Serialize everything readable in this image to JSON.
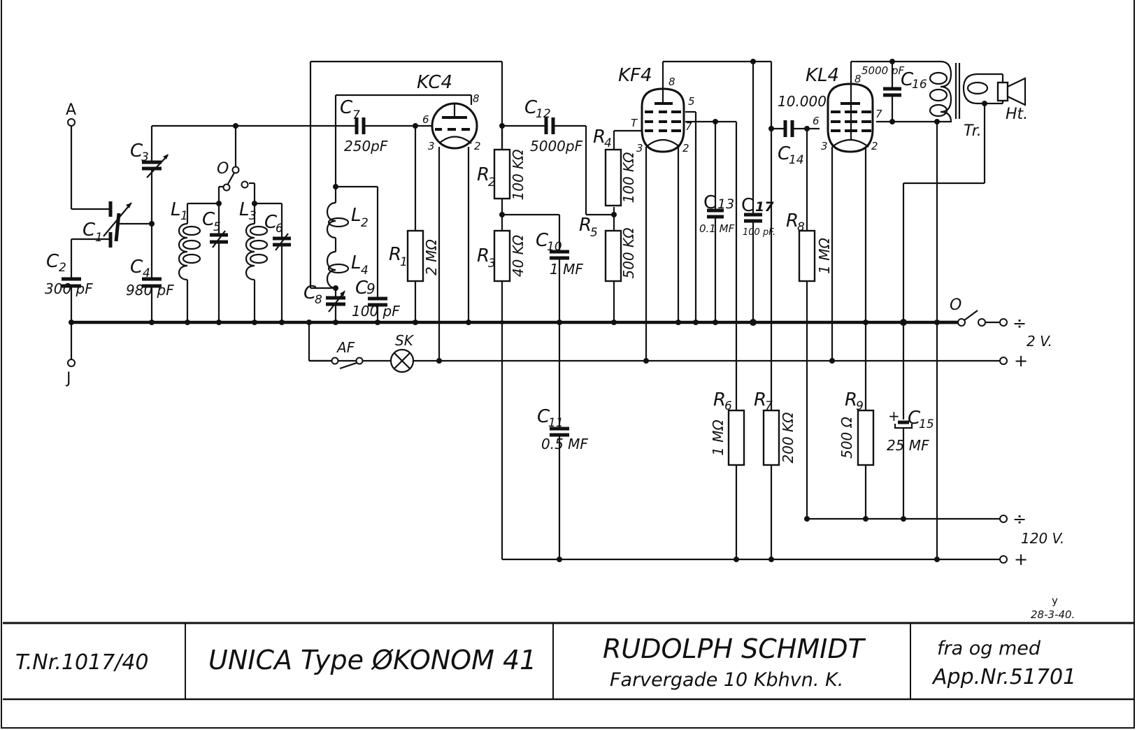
{
  "title_block": {
    "drawing_number": "T.Nr.1017/40",
    "product": "UNICA Type ØKONOM 41",
    "company": "RUDOLPH SCHMIDT",
    "address": "Farvergade 10 Kbhvn. K.",
    "validity_line1": "fra og med",
    "validity_line2": "App.Nr.51701",
    "revision_mark": "y",
    "date": "28-3-40."
  },
  "terminals": {
    "antenna": "A",
    "ground": "J",
    "switch_main": "O",
    "switch_band": "O",
    "switch_af": "AF",
    "lamp": "SK",
    "speaker": "Ht.",
    "transformer": "Tr.",
    "minus_symbol": "÷",
    "plus_symbol": "+",
    "supply_2v": "2 V.",
    "supply_120v": "120 V."
  },
  "tubes": [
    {
      "name": "KC4",
      "pins": [
        "8",
        "6",
        "3",
        "2"
      ]
    },
    {
      "name": "KF4",
      "pins": [
        "8",
        "5",
        "T",
        "7",
        "3",
        "2"
      ]
    },
    {
      "name": "KL4",
      "pins": [
        "8",
        "6",
        "7",
        "3",
        "2"
      ]
    }
  ],
  "components": {
    "C1": {
      "label": "C",
      "sub": "1",
      "value": ""
    },
    "C2": {
      "label": "C",
      "sub": "2",
      "value": "300 pF"
    },
    "C3": {
      "label": "C",
      "sub": "3",
      "value": ""
    },
    "C4": {
      "label": "C",
      "sub": "4",
      "value": "980 pF"
    },
    "C5": {
      "label": "C",
      "sub": "5",
      "value": ""
    },
    "C6": {
      "label": "C",
      "sub": "6",
      "value": ""
    },
    "C7": {
      "label": "C",
      "sub": "7",
      "value": "250pF"
    },
    "C8": {
      "label": "C",
      "sub": "8",
      "value": ""
    },
    "C9": {
      "label": "C",
      "sub": "9",
      "value": "100 pF"
    },
    "C10": {
      "label": "C",
      "sub": "10",
      "value": "1 MF"
    },
    "C11": {
      "label": "C",
      "sub": "11",
      "value": "0.5 MF"
    },
    "C12": {
      "label": "C",
      "sub": "12",
      "value": "5000pF"
    },
    "C13": {
      "label": "C",
      "sub": "13",
      "value": "0.1 MF"
    },
    "C14": {
      "label": "C",
      "sub": "14",
      "value": "10.000 pF"
    },
    "C15": {
      "label": "C",
      "sub": "15",
      "value": "25 MF"
    },
    "C16": {
      "label": "C",
      "sub": "16",
      "value": "5000 pF"
    },
    "C17": {
      "label": "C",
      "sub": "17",
      "value": "100 pF."
    },
    "L1": {
      "label": "L",
      "sub": "1"
    },
    "L2": {
      "label": "L",
      "sub": "2"
    },
    "L3": {
      "label": "L",
      "sub": "3"
    },
    "L4": {
      "label": "L",
      "sub": "4"
    },
    "R1": {
      "label": "R",
      "sub": "1",
      "value": "2 MΩ"
    },
    "R2": {
      "label": "R",
      "sub": "2",
      "value": "100 KΩ"
    },
    "R3": {
      "label": "R",
      "sub": "3",
      "value": "40 KΩ"
    },
    "R4": {
      "label": "R",
      "sub": "4",
      "value": "100 KΩ"
    },
    "R5": {
      "label": "R",
      "sub": "5",
      "value": "500 KΩ"
    },
    "R6": {
      "label": "R",
      "sub": "6",
      "value": "1 MΩ"
    },
    "R7": {
      "label": "R",
      "sub": "7",
      "value": "200 KΩ"
    },
    "R8": {
      "label": "R",
      "sub": "8",
      "value": "1 MΩ"
    },
    "R9": {
      "label": "R",
      "sub": "9",
      "value": "500 Ω"
    }
  }
}
